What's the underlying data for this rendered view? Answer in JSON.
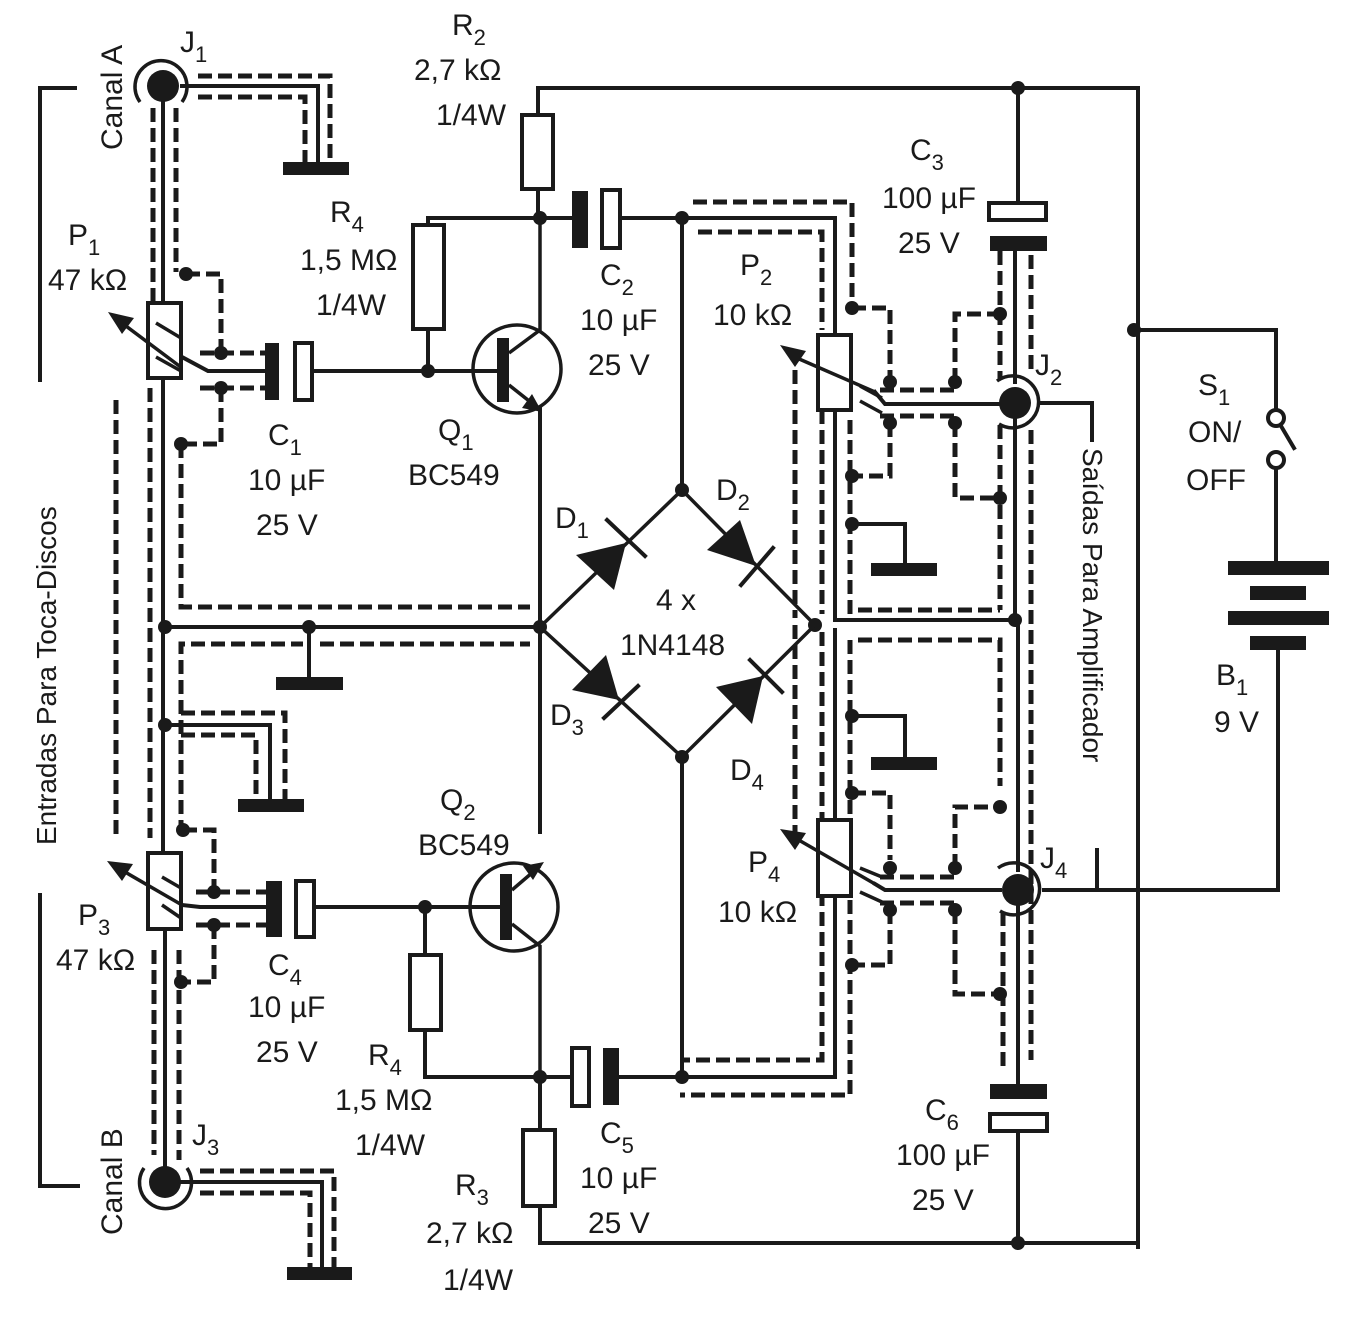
{
  "title": "Pré-amplificador estéreo para toca-discos",
  "side_labels": {
    "inputs": "Entradas Para Toca-Discos",
    "outputs": "Saídas Para Amplificador"
  },
  "channels": {
    "a": "Canal A",
    "b": "Canal B"
  },
  "components": {
    "J1": {
      "ref": "J",
      "sub": "1"
    },
    "J2": {
      "ref": "J",
      "sub": "2"
    },
    "J3": {
      "ref": "J",
      "sub": "3"
    },
    "J4": {
      "ref": "J",
      "sub": "4"
    },
    "P1": {
      "ref": "P",
      "sub": "1",
      "value": "47 kΩ"
    },
    "P2": {
      "ref": "P",
      "sub": "2",
      "value": "10 kΩ"
    },
    "P3": {
      "ref": "P",
      "sub": "3",
      "value": "47 kΩ"
    },
    "P4": {
      "ref": "P",
      "sub": "4",
      "value": "10 kΩ"
    },
    "R2": {
      "ref": "R",
      "sub": "2",
      "value": "2,7 kΩ",
      "power": "1/4W"
    },
    "R3": {
      "ref": "R",
      "sub": "3",
      "value": "2,7 kΩ",
      "power": "1/4W"
    },
    "R4a": {
      "ref": "R",
      "sub": "4",
      "value": "1,5 MΩ",
      "power": "1/4W"
    },
    "R4b": {
      "ref": "R",
      "sub": "4",
      "value": "1,5 MΩ",
      "power": "1/4W"
    },
    "C1": {
      "ref": "C",
      "sub": "1",
      "value": "10 µF",
      "voltage": "25 V"
    },
    "C2": {
      "ref": "C",
      "sub": "2",
      "value": "10 µF",
      "voltage": "25 V"
    },
    "C3": {
      "ref": "C",
      "sub": "3",
      "value": "100 µF",
      "voltage": "25 V"
    },
    "C4": {
      "ref": "C",
      "sub": "4",
      "value": "10 µF",
      "voltage": "25 V"
    },
    "C5": {
      "ref": "C",
      "sub": "5",
      "value": "10 µF",
      "voltage": "25 V"
    },
    "C6": {
      "ref": "C",
      "sub": "6",
      "value": "100 µF",
      "voltage": "25 V"
    },
    "Q1": {
      "ref": "Q",
      "sub": "1",
      "part": "BC549"
    },
    "Q2": {
      "ref": "Q",
      "sub": "2",
      "part": "BC549"
    },
    "D1": {
      "ref": "D",
      "sub": "1"
    },
    "D2": {
      "ref": "D",
      "sub": "2"
    },
    "D3": {
      "ref": "D",
      "sub": "3"
    },
    "D4": {
      "ref": "D",
      "sub": "4"
    },
    "S1": {
      "ref": "S",
      "sub": "1",
      "state": "ON/",
      "state2": "OFF"
    },
    "B1": {
      "ref": "B",
      "sub": "1",
      "value": "9 V"
    }
  },
  "diode_note": {
    "qty": "4 x",
    "part": "1N4148"
  }
}
